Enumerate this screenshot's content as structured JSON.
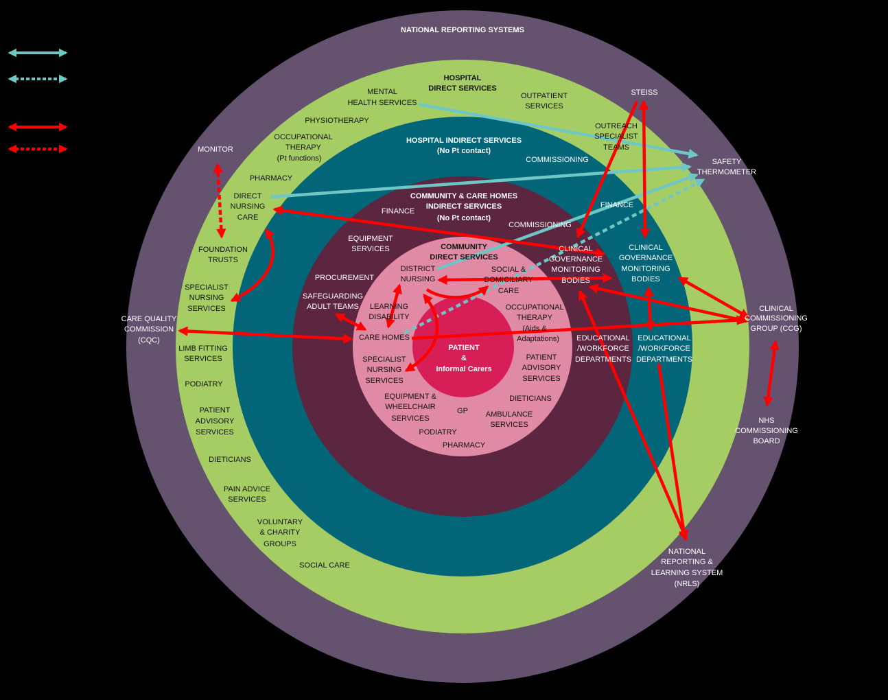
{
  "colors": {
    "background": "#000000",
    "national_ring": "#64526f",
    "hospital_direct_ring": "#a5cd63",
    "hospital_indirect_ring": "#036678",
    "community_indirect_ring": "#5c2540",
    "community_direct_ring": "#e08aa5",
    "patient_core": "#d81e56",
    "information_arrow": "#6fc7c5",
    "feedback_arrow": "#ff0000"
  },
  "labels": {
    "national_title": "NATIONAL REPORTING SYSTEMS",
    "hospital_direct_title": [
      "HOSPITAL",
      "DIRECT SERVICES"
    ],
    "hospital_indirect_title": [
      "HOSPITAL INDIRECT SERVICES",
      "(No Pt contact)"
    ],
    "community_indirect_title": [
      "COMMUNITY & CARE HOMES",
      "INDIRECT SERVICES",
      "(No Pt contact)"
    ],
    "community_direct_title": [
      "COMMUNITY",
      "DIRECT SERVICES"
    ],
    "patient": [
      "PATIENT",
      "&",
      "Informal Carers"
    ],
    "steiss": "STEISS",
    "monitor": "MONITOR",
    "safety_thermometer": [
      "SAFETY",
      "THERMOMETER"
    ],
    "foundation_trusts": [
      "FOUNDATION",
      "TRUSTS"
    ],
    "cqc": [
      "CARE QUALITY",
      "COMMISSION",
      "(CQC)"
    ],
    "ccg": [
      "CLINICAL",
      "COMMISSIONING",
      "GROUP (CCG)"
    ],
    "nhs_board": [
      "NHS",
      "COMMISSIONING",
      "BOARD"
    ],
    "nrls": [
      "NATIONAL",
      "REPORTING &",
      "LEARNING SYSTEM",
      "(NRLS)"
    ],
    "mental_health": [
      "MENTAL",
      "HEALTH SERVICES"
    ],
    "outpatient": [
      "OUTPATIENT",
      "SERVICES"
    ],
    "physiotherapy": "PHYSIOTHERAPY",
    "occ_therapy_pt": [
      "OCCUPATIONAL",
      "THERAPY",
      "(Pt functions)"
    ],
    "pharmacy_hosp": "PHARMACY",
    "direct_nursing": [
      "DIRECT",
      "NURSING",
      "CARE"
    ],
    "specialist_nursing_hosp": [
      "SPECIALIST",
      "NURSING",
      "SERVICES"
    ],
    "limb_fitting": [
      "LIMB FITTING",
      "SERVICES"
    ],
    "podiatry_hosp": "PODIATRY",
    "patient_advisory_hosp": [
      "PATIENT",
      "ADVISORY",
      "SERVICES"
    ],
    "dieticians_hosp": "DIETICIANS",
    "pain_advice": [
      "PAIN ADVICE",
      "SERVICES"
    ],
    "voluntary": [
      "VOLUNTARY",
      "& CHARITY",
      "GROUPS"
    ],
    "social_care": "SOCIAL CARE",
    "outreach": [
      "OUTREACH",
      "SPECIALIST",
      "TEAMS"
    ],
    "commissioning_hosp": "COMMISSIONING",
    "finance_hosp": "FINANCE",
    "cg_bodies_hosp": [
      "CLINICAL",
      "GOVERNANCE",
      "MONITORING",
      "BODIES"
    ],
    "edu_hosp": [
      "EDUCATIONAL",
      "/WORKFORCE",
      "DEPARTMENTS"
    ],
    "finance_comm": "FINANCE",
    "commissioning_comm": "COMMISSIONING",
    "equipment_services": [
      "EQUIPMENT",
      "SERVICES"
    ],
    "procurement": "PROCUREMENT",
    "safeguarding": [
      "SAFEGUARDING",
      "ADULT TEAMS"
    ],
    "cg_bodies_comm": [
      "CLINICAL",
      "GOVERNANCE",
      "MONITORING",
      "BODIES"
    ],
    "edu_comm": [
      "EDUCATIONAL",
      "/WORKFORCE",
      "DEPARTMENTS"
    ],
    "district_nursing": [
      "DISTRICT",
      "NURSING"
    ],
    "social_domiciliary": [
      "SOCIAL &",
      "DOMICILIARY",
      "CARE"
    ],
    "learning_disability": [
      "LEARNING",
      "DISABILITY"
    ],
    "occ_therapy_aids": [
      "OCCUPATIONAL",
      "THERAPY",
      "(Aids &",
      "Adaptations)"
    ],
    "care_homes": "CARE HOMES",
    "specialist_nursing_comm": [
      "SPECIALIST",
      "NURSING",
      "SERVICES"
    ],
    "patient_advisory_comm": [
      "PATIENT",
      "ADVISORY",
      "SERVICES"
    ],
    "dieticians_comm": "DIETICIANS",
    "equipment_wheelchair": [
      "EQUIPMENT &",
      "WHEELCHAIR",
      "SERVICES"
    ],
    "gp": "GP",
    "ambulance": [
      "AMBULANCE",
      "SERVICES"
    ],
    "podiatry_comm": "PODIATRY",
    "pharmacy_comm": "PHARMACY"
  },
  "legend": [
    {
      "color": "#6fc7c5",
      "style": "solid"
    },
    {
      "color": "#6fc7c5",
      "style": "dotted"
    },
    {
      "color": "#ff0000",
      "style": "solid"
    },
    {
      "color": "#ff0000",
      "style": "dotted"
    }
  ]
}
